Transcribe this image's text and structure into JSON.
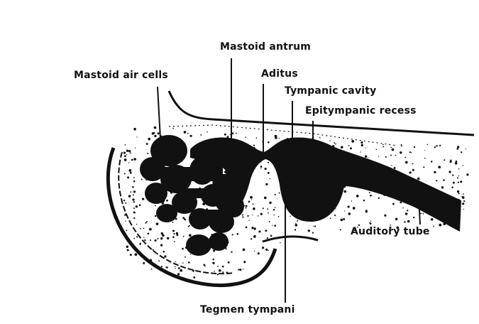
{
  "diagram": {
    "labels": {
      "mastoid_air_cells": "Mastoid air cells",
      "mastoid_antrum": "Mastoid antrum",
      "aditus": "Aditus",
      "tympanic_cavity": "Tympanic cavity",
      "epitympanic_recess": "Epitympanic recess",
      "auditory_tube": "Auditory tube",
      "tegmen_tympani": "Tegmen tympani"
    },
    "colors": {
      "ink": "#111111",
      "background": "#ffffff"
    }
  }
}
